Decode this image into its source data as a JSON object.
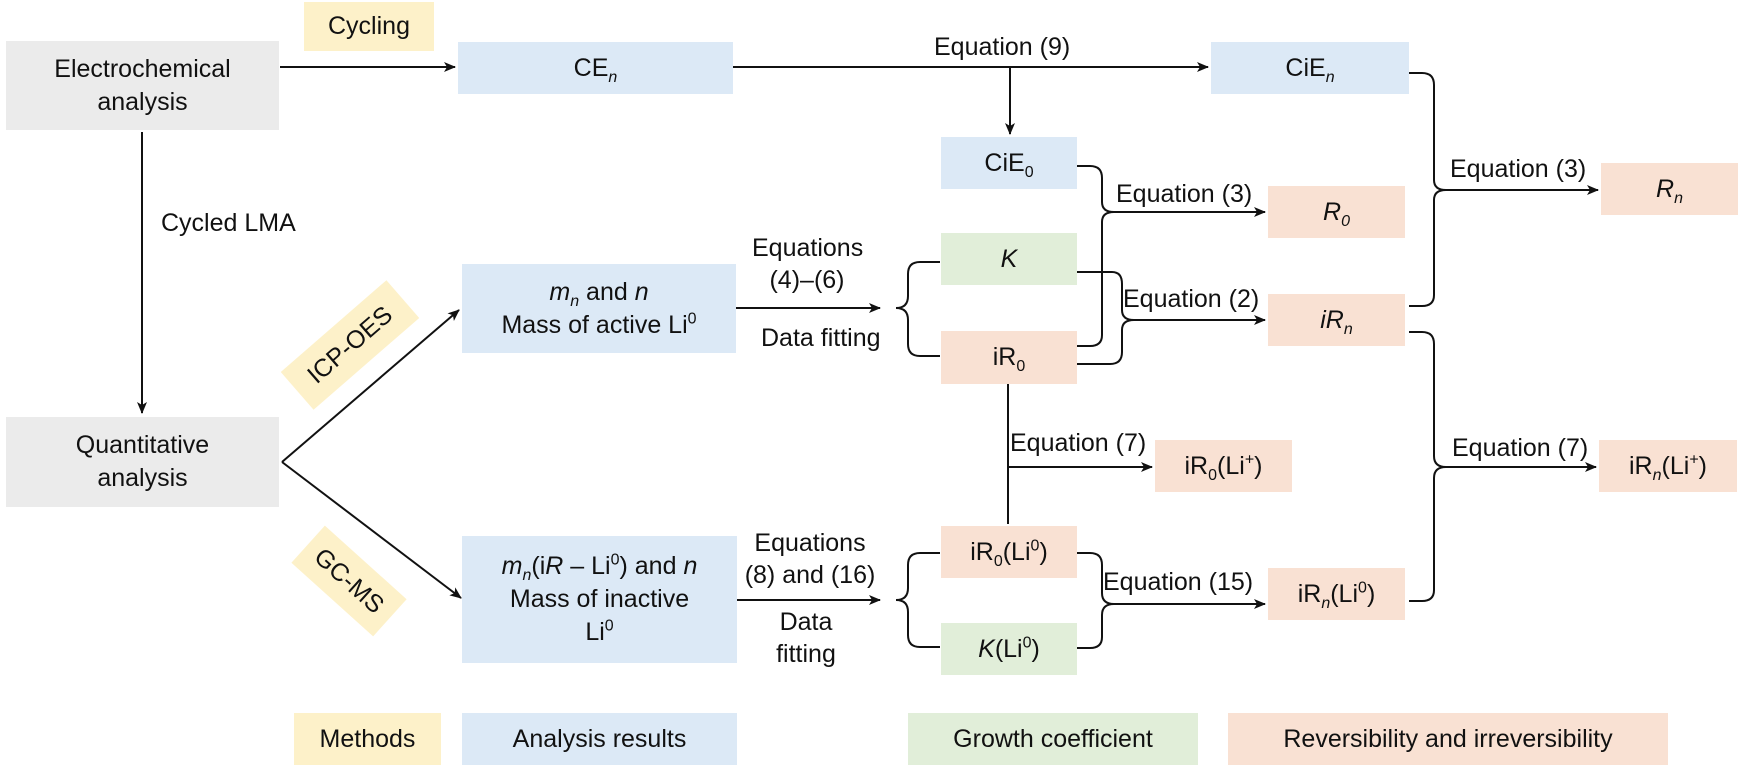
{
  "nodes": {
    "electrochemical": "Electrochemical analysis",
    "quantitative": "Quantitative analysis",
    "cycling": "Cycling",
    "icp_oes": "ICP-OES",
    "gc_ms": "GC-MS",
    "ce_n": {
      "base": "CE",
      "sub": "n"
    },
    "cie_n": {
      "base": "CiE",
      "sub": "n"
    },
    "cie_0": {
      "base": "CiE",
      "sub": "0"
    },
    "k": "K",
    "ir0": {
      "base": "iR",
      "sub": "0"
    },
    "r0": {
      "base": "R",
      "sub": "0"
    },
    "rn": {
      "base": "R",
      "sub": "n"
    },
    "irn": {
      "base": "iR",
      "sub": "n"
    },
    "active": {
      "m": "m",
      "m_sub": "n",
      "and": " and ",
      "n": "n",
      "line2": "Mass of active Li",
      "sup": "0"
    },
    "inactive": {
      "m": "m",
      "m_sub": "n",
      "pre": "(i",
      "R": "R",
      "mid": " – Li",
      "sup": "0",
      "post": ") and ",
      "n": "n",
      "line2": "Mass of inactive",
      "line3": "Li"
    },
    "ir0_li0": {
      "base": "iR",
      "sub": "0",
      "mid": "(Li",
      "sup": "0",
      "end": ")"
    },
    "k_li0": {
      "base": "K",
      "mid": "(Li",
      "sup": "0",
      "end": ")"
    },
    "irn_li0": {
      "base": "iR",
      "sub": "n",
      "mid": "(Li",
      "sup": "0",
      "end": ")"
    },
    "ir0_liplus": {
      "base": "iR",
      "sub": "0",
      "mid": "(Li",
      "sup": "+",
      "end": ")"
    },
    "irn_liplus": {
      "base": "iR",
      "sub": "n",
      "mid": "(Li",
      "sup": "+",
      "end": ")"
    }
  },
  "edge_labels": {
    "eq9": "Equation (9)",
    "cycled_lma": "Cycled LMA",
    "eq3_top": "Equation (3)",
    "eq3_mid": "Equation (3)",
    "eq2": "Equation (2)",
    "eq7_mid": "Equation (7)",
    "eq7_right": "Equation (7)",
    "eq15": "Equation (15)",
    "eqs46_l1": "Equations",
    "eqs46_l2": "(4)–(6)",
    "data_fitting": "Data fitting",
    "eqs816_l1": "Equations",
    "eqs816_l2": "(8) and (16)",
    "data_fitting2_l1": "Data",
    "data_fitting2_l2": "fitting"
  },
  "legend": {
    "methods": "Methods",
    "analysis_results": "Analysis results",
    "growth_coefficient": "Growth coefficient",
    "reversibility": "Reversibility and irreversibility"
  },
  "colors": {
    "gray": "#ebebeb",
    "blue": "#dce9f6",
    "pink": "#f9e1d3",
    "green": "#e1eed9",
    "yellow": "#fdf1c9",
    "line": "#111111"
  }
}
